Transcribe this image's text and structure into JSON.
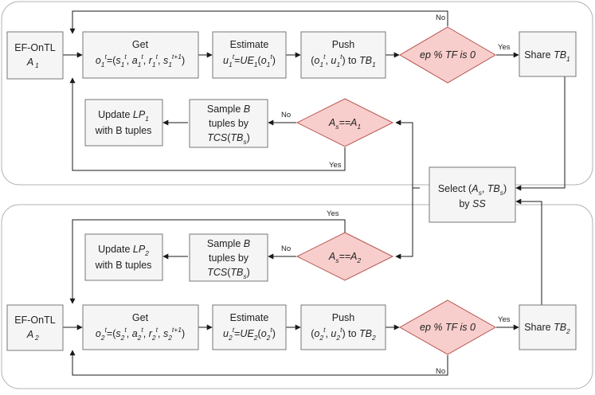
{
  "panels": [
    {
      "agent": {
        "line1": "EF-OnTL",
        "line2_main": "A",
        "line2_sub": "1"
      },
      "get": {
        "title": "Get",
        "sub": "1",
        "full": "o1t=(s1t, a1t, r1t, s1t+1)"
      },
      "estimate": {
        "title": "Estimate",
        "sub": "1",
        "full": "u1t=UE1(o1t)"
      },
      "push": {
        "title": "Push",
        "sub": "1",
        "full": "(o1t, u1t) to TB1"
      },
      "decision_ep": {
        "text": "ep % TF is 0",
        "yes": "Yes",
        "no": "No"
      },
      "share": {
        "text": "Share",
        "tb": "TB",
        "sub": "1"
      },
      "decision_as": {
        "text": "As==A1",
        "sub": "1",
        "yes": "Yes",
        "no": "No"
      },
      "sample": {
        "line1": "Sample B",
        "line2": "tuples by",
        "line3": "TCS(TBs)"
      },
      "update": {
        "line1": "Update LP1",
        "sub": "1",
        "line2": "with B tuples"
      }
    },
    {
      "agent": {
        "line1": "EF-OnTL",
        "line2_main": "A",
        "line2_sub": "2"
      },
      "get": {
        "title": "Get",
        "sub": "2",
        "full": "o2t=(s2t, a2t, r2t, s2t+1)"
      },
      "estimate": {
        "title": "Estimate",
        "sub": "2",
        "full": "u2t=UE2(o2t)"
      },
      "push": {
        "title": "Push",
        "sub": "2",
        "full": "(o2t, u2t) to TB2"
      },
      "decision_ep": {
        "text": "ep % TF is 0",
        "yes": "Yes",
        "no": "No"
      },
      "share": {
        "text": "Share",
        "tb": "TB",
        "sub": "2"
      },
      "decision_as": {
        "text": "As==A2",
        "sub": "2",
        "yes": "Yes",
        "no": "No"
      },
      "sample": {
        "line1": "Sample B",
        "line2": "tuples by",
        "line3": "TCS(TBs)"
      },
      "update": {
        "line1": "Update LP2",
        "sub": "2",
        "line2": "with B tuples"
      }
    }
  ],
  "select": {
    "line1": "Select (As, TBs)",
    "line2": "by SS"
  },
  "colors": {
    "box_fill": "#f5f5f5",
    "box_stroke": "#777777",
    "diamond_fill": "#f8cecc",
    "diamond_stroke": "#b85450",
    "arrow": "#1a1a1a",
    "panel_stroke": "#b3b3b3"
  }
}
